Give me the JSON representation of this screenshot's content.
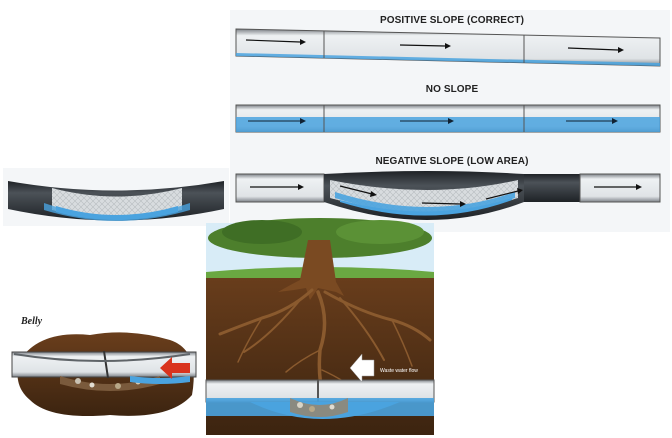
{
  "panels": {
    "positive_slope": {
      "title": "POSITIVE SLOPE (CORRECT)"
    },
    "no_slope": {
      "title": "NO SLOPE"
    },
    "negative_slope": {
      "title": "NEGATIVE SLOPE (LOW AREA)"
    }
  },
  "belly_panel": {
    "label": "Belly"
  },
  "root_panel": {
    "flow_label": "Waste water flow"
  },
  "colors": {
    "water": "#4aa3df",
    "pipe_dark": "#2f3338",
    "pipe_light": "#e9ecef",
    "soil": "#5a3418",
    "grass": "#6aa842",
    "sky": "#d8ecf7",
    "arrow_red": "#d9331d"
  }
}
